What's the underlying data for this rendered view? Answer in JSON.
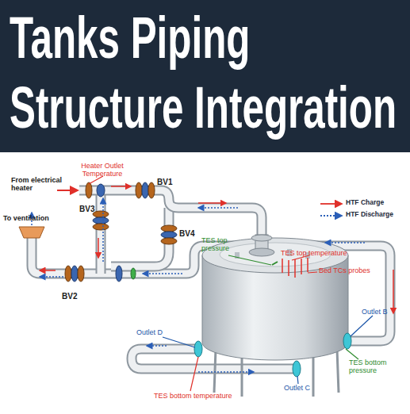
{
  "diagram": {
    "title": "Tanks Piping Structure Integration",
    "labels": [
      "From electrical heater",
      "Heater Outlet Temperature",
      "BV1",
      "BV3",
      "To ventilation",
      "BV4",
      "BV2",
      "TES top pressure",
      "TES top temperature",
      "Bed TCs probes",
      "Outlet B",
      "Outlet D",
      "Outlet C",
      "TES bottom temperature",
      "TES bottom pressure"
    ],
    "legend": [
      {
        "text": "HTF Charge"
      },
      {
        "text": "HTF Discharge"
      }
    ]
  }
}
